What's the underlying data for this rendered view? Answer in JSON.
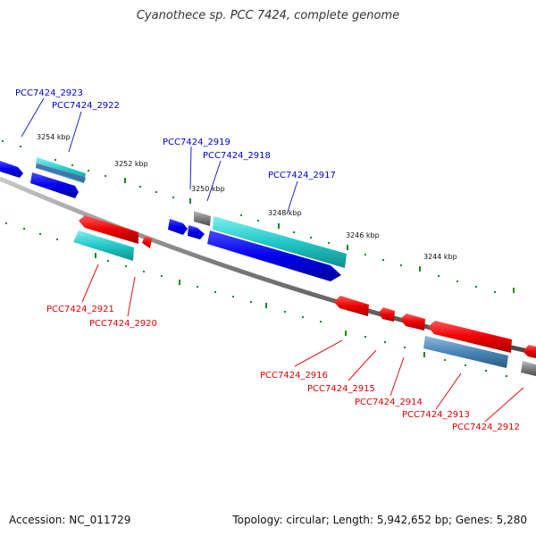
{
  "title": "Cyanothece sp. PCC 7424, complete genome",
  "footer": {
    "accession": "Accession: NC_011729",
    "topology": "Topology: circular; Length: 5,942,652 bp; Genes: 5,280"
  },
  "colors": {
    "backbone": "#8a8a8a",
    "forward_gene": "#0000ee",
    "reverse_gene": "#ee0000",
    "cds_teal": "#22c8c8",
    "cds_steelblue": "#4a86b8",
    "unknown_gene": "#808080",
    "tick": "#1a8a1a",
    "forward_label": "#0000cc",
    "reverse_label": "#dd0000"
  },
  "scale_labels": [
    "3254 kbp",
    "3252 kbp",
    "3250 kbp",
    "3248 kbp",
    "3246 kbp",
    "3244 kbp"
  ],
  "forward_labels": [
    "PCC7424_2923",
    "PCC7424_2922",
    "PCC7424_2919",
    "PCC7424_2918",
    "PCC7424_2917"
  ],
  "reverse_labels": [
    "PCC7424_2921",
    "PCC7424_2920",
    "PCC7424_2916",
    "PCC7424_2915",
    "PCC7424_2914",
    "PCC7424_2913",
    "PCC7424_2912"
  ]
}
